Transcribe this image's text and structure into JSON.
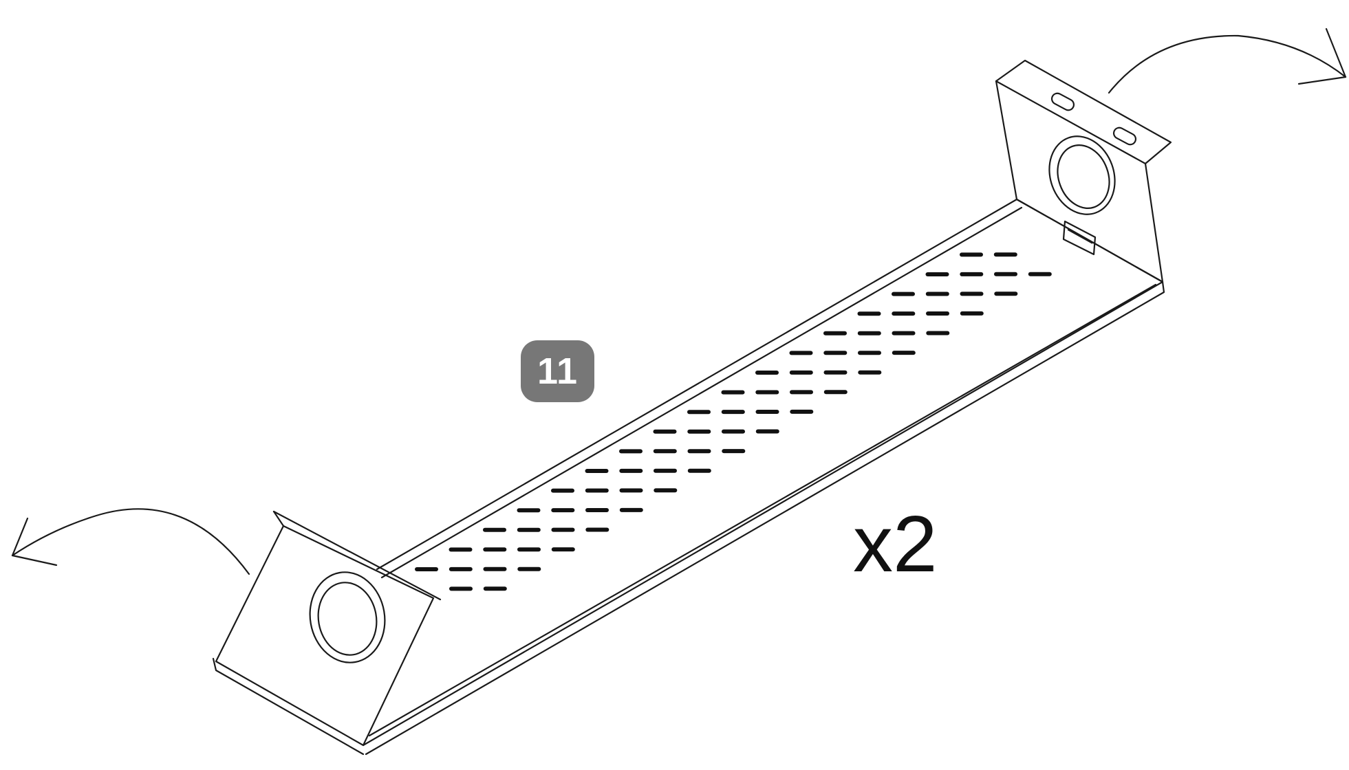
{
  "step_number": "11",
  "quantity_label": "x2",
  "parts": {
    "tray": "cable-tray",
    "left_flap": "left-end-flap",
    "right_flap": "right-end-flap",
    "rotate_arrows": [
      "rotate-left-arrow-icon",
      "rotate-right-arrow-icon"
    ]
  },
  "colors": {
    "badge": "#777777",
    "line": "#1a1a1a"
  }
}
